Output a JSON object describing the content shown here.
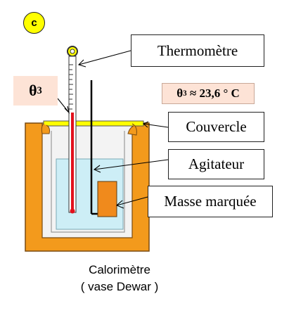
{
  "panel_letter": "c",
  "theta_symbol": "θ",
  "theta_subscript": "3",
  "theta_value_text": " ≈ 23,6 ° C",
  "labels": {
    "thermometre": "Thermomètre",
    "couvercle": "Couvercle",
    "agitateur": "Agitateur",
    "masse": "Masse marquée"
  },
  "caption": {
    "line1": "Calorimètre",
    "line2": "( vase Dewar )"
  },
  "colors": {
    "vessel_outer": "#f39a1c",
    "vessel_outline": "#7a4a10",
    "vessel_inner": "#f3f3f3",
    "water": "#cdeef6",
    "lid": "#ffff00",
    "thermometer_column": "#e2101c",
    "mass_block": "#f08a1c",
    "badge": "#ffff00",
    "theta_background": "#fde3d6"
  }
}
